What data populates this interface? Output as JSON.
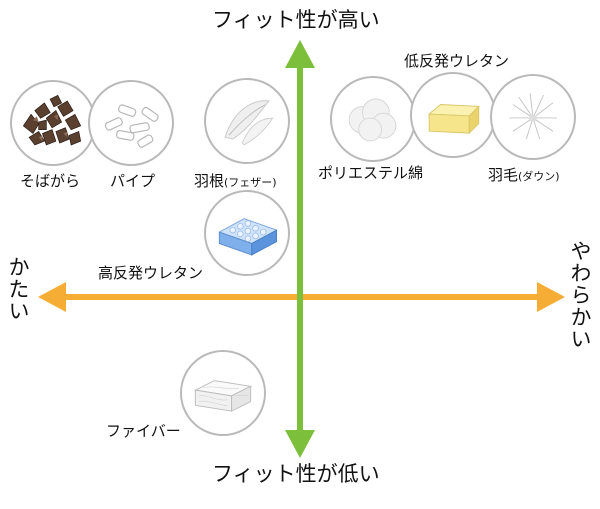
{
  "axes": {
    "top_label": "フィット性が高い",
    "bottom_label": "フィット性が低い",
    "left_label": "かたい",
    "right_label": "やわらかい",
    "vertical_color": "#7cbf3a",
    "horizontal_color": "#f6ad35"
  },
  "materials": {
    "sobagara": {
      "label": "そばがら",
      "icon": "buckwheat-hulls-icon"
    },
    "pipe": {
      "label": "パイプ",
      "icon": "pipe-pieces-icon"
    },
    "hane_feather": {
      "label": "羽根",
      "label_suffix": "(フェザー)",
      "icon": "feather-icon"
    },
    "polyester": {
      "label": "ポリエステル綿",
      "icon": "cotton-wool-icon"
    },
    "low_rebound_urethane": {
      "label": "低反発ウレタン",
      "icon": "foam-block-icon"
    },
    "down": {
      "label": "羽毛",
      "label_suffix": "(ダウン)",
      "icon": "down-feather-icon"
    },
    "high_rebound_urethane": {
      "label": "高反発ウレタン",
      "icon": "egg-crate-foam-icon"
    },
    "fiber": {
      "label": "ファイバー",
      "icon": "fiber-block-icon"
    }
  }
}
